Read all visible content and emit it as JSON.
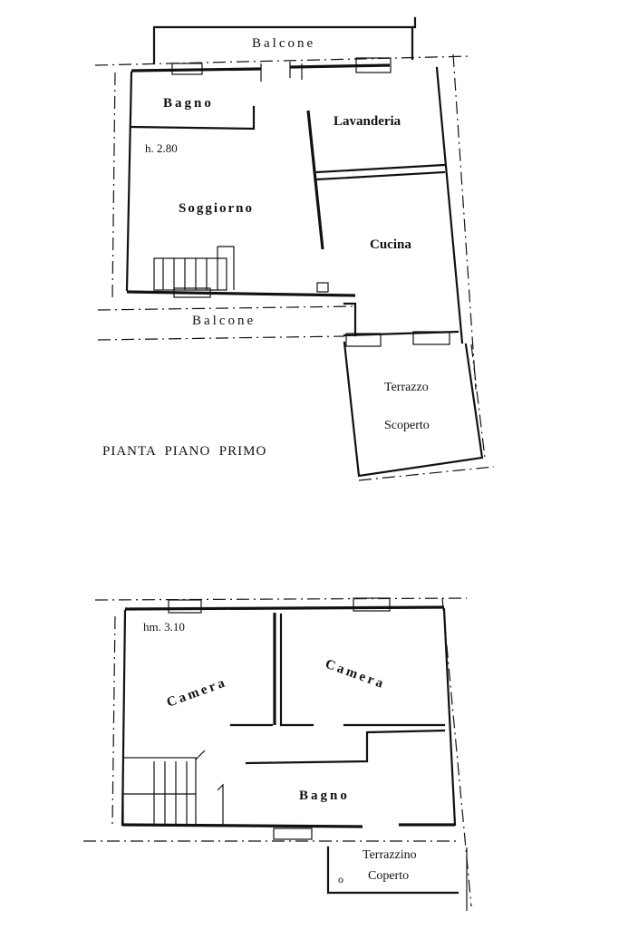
{
  "floor1": {
    "title": "PIANTA  PIANO  PRIMO",
    "height_note": "h.  2.80",
    "rooms": {
      "balcone_top": "Balcone",
      "bagno": "Bagno",
      "lavanderia": "Lavanderia",
      "soggiorno": "Soggiorno",
      "cucina": "Cucina",
      "balcone_bottom": "Balcone",
      "terrazzo_line1": "Terrazzo",
      "terrazzo_line2": "Scoperto"
    }
  },
  "floor2": {
    "height_note": "hm. 3.10",
    "rooms": {
      "camera_left": "Camera",
      "camera_right": "Camera",
      "bagno": "Bagno",
      "terrazzino_line1": "Terrazzino",
      "terrazzino_line2": "Coperto",
      "terrazzino_mark": "o"
    }
  }
}
